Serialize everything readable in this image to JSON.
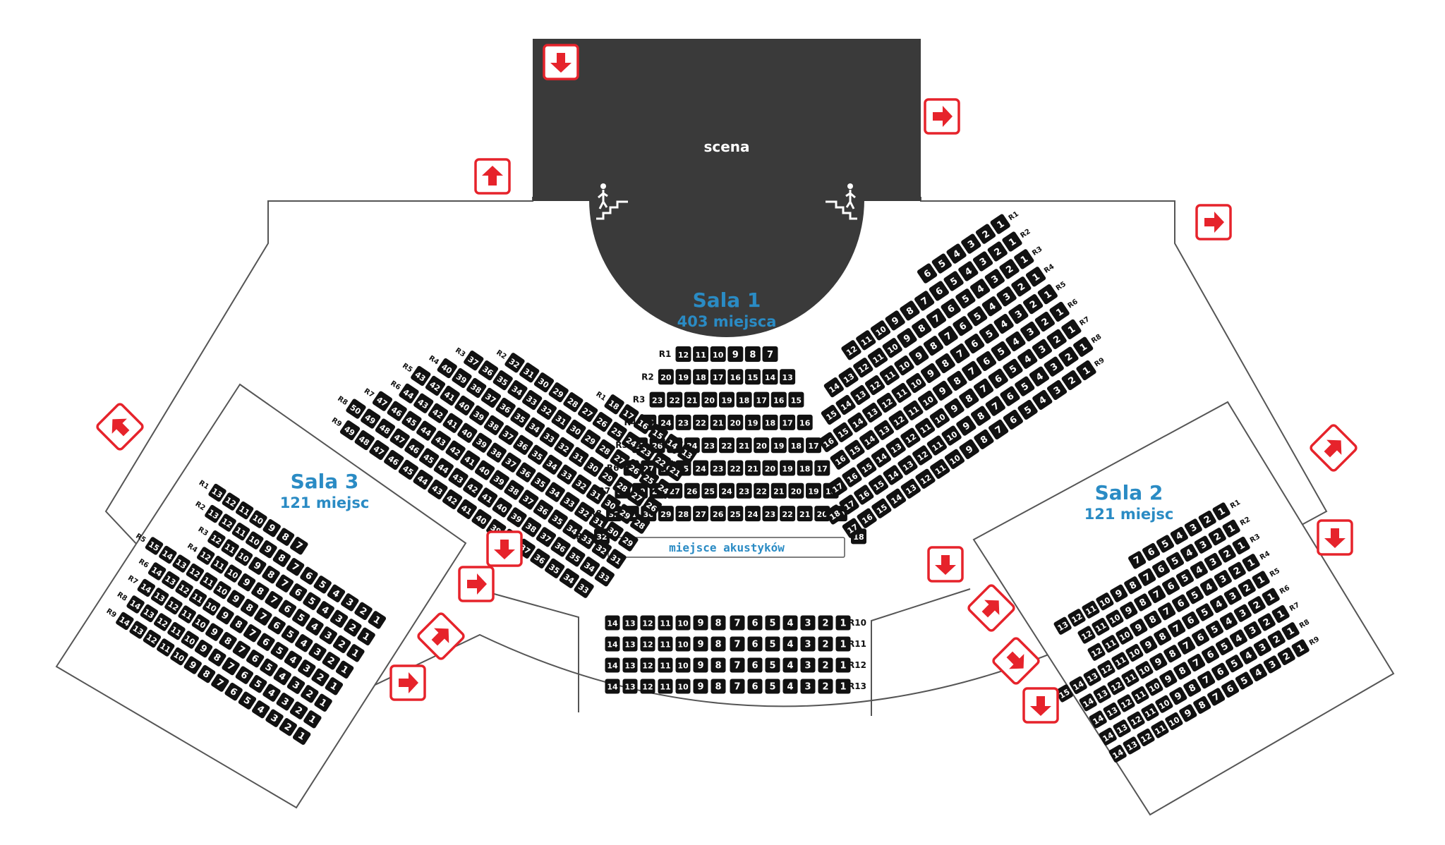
{
  "stage": {
    "label": "scena"
  },
  "colors": {
    "stage": "#3a3a3a",
    "seat": "#111111",
    "exit": "#e6232b",
    "hall_title": "#2a8bc4",
    "outline": "#555555"
  },
  "icons": {
    "exit": "exit-arrow-icon",
    "stairs": "stairs-person-icon"
  },
  "hall1": {
    "name": "Sala 1",
    "capacity": "403 miejsca",
    "sound_booth": "miejsce akustyków",
    "center_rows": [
      {
        "label": "R1",
        "seats": [
          "12",
          "11",
          "10",
          "9",
          "8",
          "7"
        ]
      },
      {
        "label": "R2",
        "seats": [
          "20",
          "19",
          "18",
          "17",
          "16",
          "15",
          "14",
          "13"
        ]
      },
      {
        "label": "R3",
        "seats": [
          "23",
          "22",
          "21",
          "20",
          "19",
          "18",
          "17",
          "16",
          "15"
        ]
      },
      {
        "label": "R4",
        "seats": [
          "25",
          "24",
          "23",
          "22",
          "21",
          "20",
          "19",
          "18",
          "17",
          "16"
        ]
      },
      {
        "label": "R5",
        "seats": [
          "27",
          "26",
          "25",
          "24",
          "23",
          "22",
          "21",
          "20",
          "19",
          "18",
          "17"
        ]
      },
      {
        "label": "R6",
        "seats": [
          "28",
          "27",
          "26",
          "25",
          "24",
          "23",
          "22",
          "21",
          "20",
          "19",
          "18",
          "17"
        ]
      },
      {
        "label": "R7",
        "seats": [
          "30",
          "29",
          "28",
          "27",
          "26",
          "25",
          "24",
          "23",
          "22",
          "21",
          "20",
          "19",
          "18"
        ]
      },
      {
        "label": "R8",
        "seats": [
          "32",
          "31",
          "30",
          "29",
          "28",
          "27",
          "26",
          "25",
          "24",
          "23",
          "22",
          "21",
          "20",
          "19"
        ]
      },
      {
        "label": "R9",
        "seats": [
          "32",
          "18"
        ]
      }
    ],
    "back_rows": [
      {
        "label": "R10",
        "left": [
          "14",
          "13",
          "12",
          "11",
          "10",
          "9",
          "8"
        ],
        "right": [
          "7",
          "6",
          "5",
          "4",
          "3",
          "2",
          "1"
        ]
      },
      {
        "label": "R11",
        "left": [
          "14",
          "13",
          "12",
          "11",
          "10",
          "9",
          "8"
        ],
        "right": [
          "7",
          "6",
          "5",
          "4",
          "3",
          "2",
          "1"
        ]
      },
      {
        "label": "R12",
        "left": [
          "14",
          "13",
          "12",
          "11",
          "10",
          "9",
          "8"
        ],
        "right": [
          "7",
          "6",
          "5",
          "4",
          "3",
          "2",
          "1"
        ]
      },
      {
        "label": "R13",
        "left": [
          "14",
          "13",
          "12",
          "11",
          "10",
          "9",
          "8"
        ],
        "right": [
          "7",
          "6",
          "5",
          "4",
          "3",
          "2",
          "1"
        ]
      }
    ],
    "left_rows": [
      {
        "label": "R1",
        "seats": [
          "18",
          "17",
          "16",
          "15",
          "14",
          "13"
        ]
      },
      {
        "label": "R2",
        "seats": [
          "32",
          "31",
          "30",
          "29",
          "28",
          "27",
          "26",
          "25",
          "24",
          "23",
          "22",
          "21"
        ]
      },
      {
        "label": "R3",
        "seats": [
          "37",
          "36",
          "35",
          "34",
          "33",
          "32",
          "31",
          "30",
          "29",
          "28",
          "27",
          "26",
          "25",
          "24"
        ]
      },
      {
        "label": "R4",
        "seats": [
          "40",
          "39",
          "38",
          "37",
          "36",
          "35",
          "34",
          "33",
          "32",
          "31",
          "30",
          "29",
          "28",
          "27",
          "26"
        ]
      },
      {
        "label": "R5",
        "seats": [
          "43",
          "42",
          "41",
          "40",
          "39",
          "38",
          "37",
          "36",
          "35",
          "34",
          "33",
          "32",
          "31",
          "30",
          "29",
          "28"
        ]
      },
      {
        "label": "R6",
        "seats": [
          "44",
          "43",
          "42",
          "41",
          "40",
          "39",
          "38",
          "37",
          "36",
          "35",
          "34",
          "33",
          "32",
          "31",
          "30",
          "29"
        ]
      },
      {
        "label": "R7",
        "seats": [
          "47",
          "46",
          "45",
          "44",
          "43",
          "42",
          "41",
          "40",
          "39",
          "38",
          "37",
          "36",
          "35",
          "34",
          "33",
          "32",
          "31"
        ]
      },
      {
        "label": "R8",
        "seats": [
          "50",
          "49",
          "48",
          "47",
          "46",
          "45",
          "44",
          "43",
          "42",
          "41",
          "40",
          "39",
          "38",
          "37",
          "36",
          "35",
          "34",
          "33"
        ]
      },
      {
        "label": "R9",
        "seats": [
          "49",
          "48",
          "47",
          "46",
          "45",
          "44",
          "43",
          "42",
          "41",
          "40",
          "39",
          "38",
          "37",
          "36",
          "35",
          "34",
          "33"
        ]
      }
    ],
    "right_rows": [
      {
        "label": "R1",
        "seats": [
          "6",
          "5",
          "4",
          "3",
          "2",
          "1"
        ]
      },
      {
        "label": "R2",
        "seats": [
          "12",
          "11",
          "10",
          "9",
          "8",
          "7",
          "6",
          "5",
          "4",
          "3",
          "2",
          "1"
        ]
      },
      {
        "label": "R3",
        "seats": [
          "14",
          "13",
          "12",
          "11",
          "10",
          "9",
          "8",
          "7",
          "6",
          "5",
          "4",
          "3",
          "2",
          "1"
        ]
      },
      {
        "label": "R4",
        "seats": [
          "15",
          "14",
          "13",
          "12",
          "11",
          "10",
          "9",
          "8",
          "7",
          "6",
          "5",
          "4",
          "3",
          "2",
          "1"
        ]
      },
      {
        "label": "R5",
        "seats": [
          "16",
          "15",
          "14",
          "13",
          "12",
          "11",
          "10",
          "9",
          "8",
          "7",
          "6",
          "5",
          "4",
          "3",
          "2",
          "1"
        ]
      },
      {
        "label": "R6",
        "seats": [
          "16",
          "15",
          "14",
          "13",
          "12",
          "11",
          "10",
          "9",
          "8",
          "7",
          "6",
          "5",
          "4",
          "3",
          "2",
          "1"
        ]
      },
      {
        "label": "R7",
        "seats": [
          "17",
          "16",
          "15",
          "14",
          "13",
          "12",
          "11",
          "10",
          "9",
          "8",
          "7",
          "6",
          "5",
          "4",
          "3",
          "2",
          "1"
        ]
      },
      {
        "label": "R8",
        "seats": [
          "18",
          "17",
          "16",
          "15",
          "14",
          "13",
          "12",
          "11",
          "10",
          "9",
          "8",
          "7",
          "6",
          "5",
          "4",
          "3",
          "2",
          "1"
        ]
      },
      {
        "label": "R9",
        "seats": [
          "17",
          "16",
          "15",
          "14",
          "13",
          "12",
          "11",
          "10",
          "9",
          "8",
          "7",
          "6",
          "5",
          "4",
          "3",
          "2",
          "1"
        ]
      }
    ]
  },
  "hall3": {
    "name": "Sala 3",
    "capacity": "121 miejsc",
    "rows": [
      {
        "label": "R1",
        "seats": [
          "13",
          "12",
          "11",
          "10",
          "9",
          "8",
          "7"
        ]
      },
      {
        "label": "R2",
        "seats": [
          "13",
          "12",
          "11",
          "10",
          "9",
          "8",
          "7",
          "6",
          "5",
          "4",
          "3",
          "2",
          "1"
        ]
      },
      {
        "label": "R3",
        "seats": [
          "12",
          "11",
          "10",
          "9",
          "8",
          "7",
          "6",
          "5",
          "4",
          "3",
          "2",
          "1"
        ]
      },
      {
        "label": "R4",
        "seats": [
          "12",
          "11",
          "10",
          "9",
          "8",
          "7",
          "6",
          "5",
          "4",
          "3",
          "2",
          "1"
        ]
      },
      {
        "label": "R5",
        "seats": [
          "15",
          "14",
          "13",
          "12",
          "11",
          "10",
          "9",
          "8",
          "7",
          "6",
          "5",
          "4",
          "3",
          "2",
          "1"
        ]
      },
      {
        "label": "R6",
        "seats": [
          "14",
          "13",
          "12",
          "11",
          "10",
          "9",
          "8",
          "7",
          "6",
          "5",
          "4",
          "3",
          "2",
          "1"
        ]
      },
      {
        "label": "R7",
        "seats": [
          "14",
          "13",
          "12",
          "11",
          "10",
          "9",
          "8",
          "7",
          "6",
          "5",
          "4",
          "3",
          "2",
          "1"
        ]
      },
      {
        "label": "R8",
        "seats": [
          "14",
          "13",
          "12",
          "11",
          "10",
          "9",
          "8",
          "7",
          "6",
          "5",
          "4",
          "3",
          "2",
          "1"
        ]
      },
      {
        "label": "R9",
        "seats": [
          "14",
          "13",
          "12",
          "11",
          "10",
          "9",
          "8",
          "7",
          "6",
          "5",
          "4",
          "3",
          "2",
          "1"
        ]
      }
    ]
  },
  "hall2": {
    "name": "Sala 2",
    "capacity": "121 miejsc",
    "rows": [
      {
        "label": "R1",
        "seats": [
          "7",
          "6",
          "5",
          "4",
          "3",
          "2",
          "1"
        ]
      },
      {
        "label": "R2",
        "seats": [
          "13",
          "12",
          "11",
          "10",
          "9",
          "8",
          "7",
          "6",
          "5",
          "4",
          "3",
          "2",
          "1"
        ]
      },
      {
        "label": "R3",
        "seats": [
          "12",
          "11",
          "10",
          "9",
          "8",
          "7",
          "6",
          "5",
          "4",
          "3",
          "2",
          "1"
        ]
      },
      {
        "label": "R4",
        "seats": [
          "12",
          "11",
          "10",
          "9",
          "8",
          "7",
          "6",
          "5",
          "4",
          "3",
          "2",
          "1"
        ]
      },
      {
        "label": "R5",
        "seats": [
          "15",
          "14",
          "13",
          "12",
          "11",
          "10",
          "9",
          "8",
          "7",
          "6",
          "5",
          "4",
          "3",
          "2",
          "1"
        ]
      },
      {
        "label": "R6",
        "seats": [
          "14",
          "13",
          "12",
          "11",
          "10",
          "9",
          "8",
          "7",
          "6",
          "5",
          "4",
          "3",
          "2",
          "1"
        ]
      },
      {
        "label": "R7",
        "seats": [
          "14",
          "13",
          "12",
          "11",
          "10",
          "9",
          "8",
          "7",
          "6",
          "5",
          "4",
          "3",
          "2",
          "1"
        ]
      },
      {
        "label": "R8",
        "seats": [
          "14",
          "13",
          "12",
          "11",
          "10",
          "9",
          "8",
          "7",
          "6",
          "5",
          "4",
          "3",
          "2",
          "1"
        ]
      },
      {
        "label": "R9",
        "seats": [
          "14",
          "13",
          "12",
          "11",
          "10",
          "9",
          "8",
          "7",
          "6",
          "5",
          "4",
          "3",
          "2",
          "1"
        ]
      }
    ]
  }
}
